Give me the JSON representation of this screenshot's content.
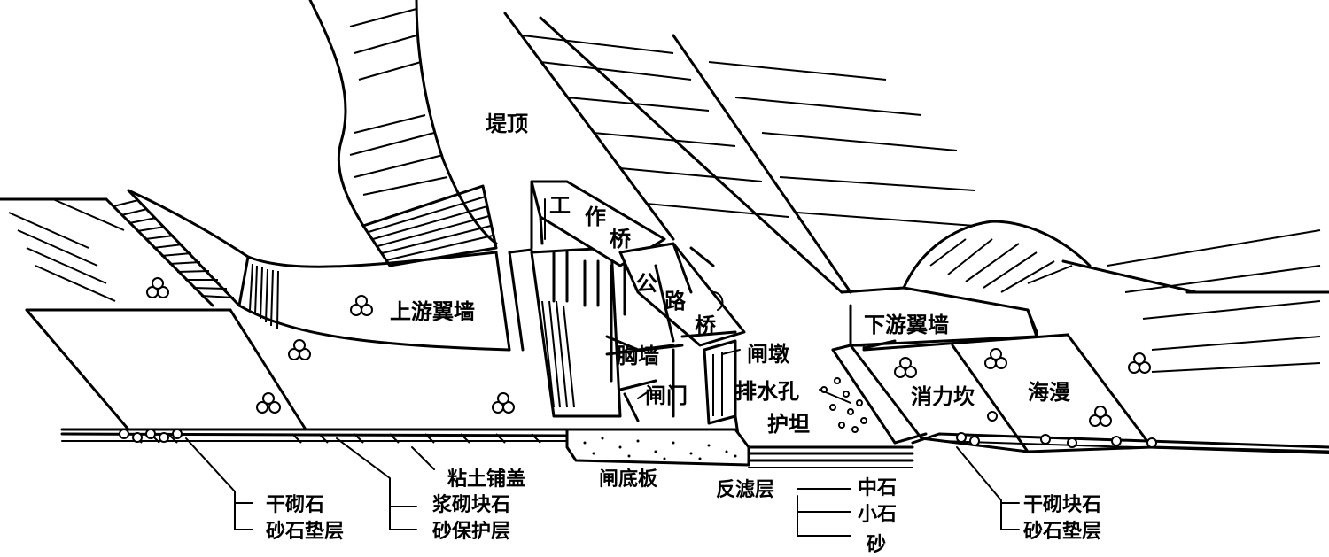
{
  "labels": {
    "dike_crest": "堤顶",
    "work_bridge_1": "工",
    "work_bridge_2": "作",
    "work_bridge_3": "桥",
    "road_bridge_1": "公",
    "road_bridge_2": "路",
    "road_bridge_3": "桥",
    "upstream_wing_wall": "上游翼墙",
    "downstream_wing_wall": "下游翼墙",
    "breast_wall": "胸墙",
    "gate_pier": "闸墩",
    "gate": "闸门",
    "drain_holes": "排水孔",
    "apron": "护坦",
    "stilling_sill": "消力坎",
    "sea_apron": "海漫",
    "clay_blanket": "粘土铺盖",
    "mortar_rubble": "浆砌块石",
    "sand_protection": "砂保护层",
    "dry_stone_left": "干砌石",
    "gravel_bed_left": "砂石垫层",
    "gate_floor": "闸底板",
    "filter_layer": "反滤层",
    "medium_stone": "中石",
    "small_stone": "小石",
    "sand": "砂",
    "dry_block_stone_right": "干砌块石",
    "gravel_bed_right": "砂石垫层"
  }
}
